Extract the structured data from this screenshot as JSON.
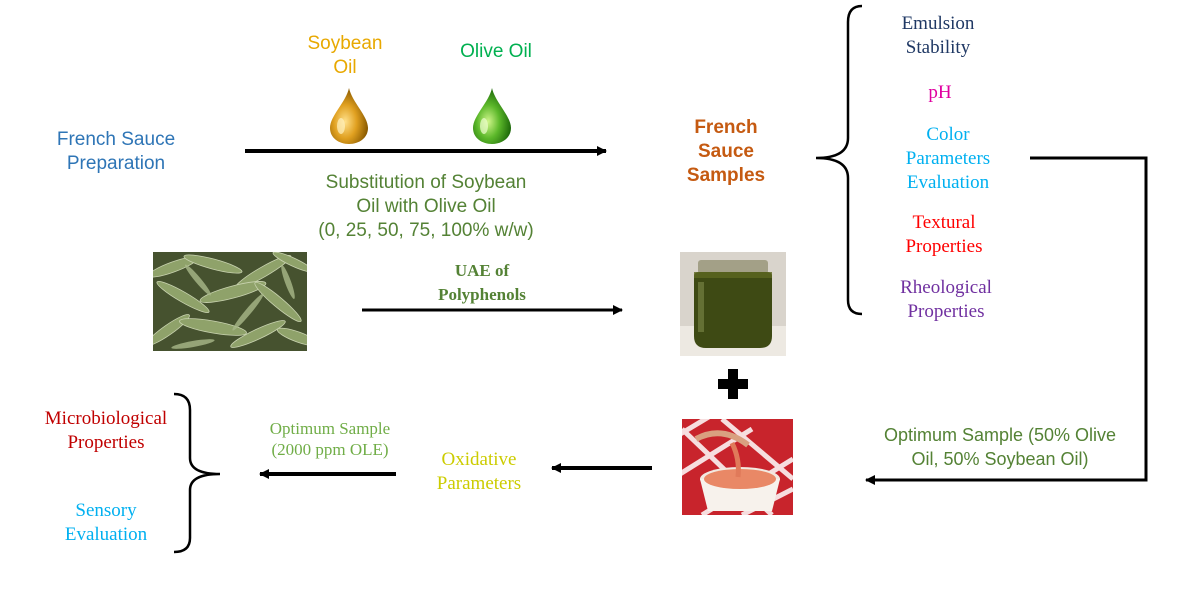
{
  "colors": {
    "blue": "#2E75B6",
    "gold": "#E8A800",
    "green": "#00B050",
    "olive_green": "#548235",
    "orange": "#C55A11",
    "navy": "#1F3864",
    "magenta": "#E000A0",
    "cyan": "#00B0F0",
    "red": "#FF0000",
    "purple": "#7030A0",
    "dark_red": "#C00000",
    "mustard": "#CCCC00",
    "arrow": "#000000"
  },
  "nodes": {
    "french_sauce_preparation": "French Sauce\nPreparation",
    "soybean_oil": "Soybean\nOil",
    "olive_oil": "Olive Oil",
    "substitution": "Substitution of Soybean\nOil with Olive Oil\n(0, 25, 50, 75, 100% w/w)",
    "french_sauce_samples": "French\nSauce\nSamples",
    "emulsion_stability": "Emulsion\nStability",
    "ph": "pH",
    "color_parameters": "Color\nParameters\nEvaluation",
    "textural_properties": "Textural\nProperties",
    "rheological_properties": "Rheological\nProperties",
    "uae_polyphenols": "UAE of\nPolyphenols",
    "optimum_sample_oil": "Optimum Sample (50% Olive\nOil, 50% Soybean Oil)",
    "oxidative_parameters": "Oxidative\nParameters",
    "optimum_sample_ole": "Optimum Sample\n(2000 ppm OLE)",
    "microbiological_properties": "Microbiological\nProperties",
    "sensory_evaluation": "Sensory\nEvaluation"
  },
  "icons": [
    "soybean-oil-drop-icon",
    "olive-oil-drop-icon",
    "plus-icon"
  ],
  "images": [
    "olive-leaves-image",
    "polyphenol-extract-jar-image",
    "french-sauce-image"
  ]
}
